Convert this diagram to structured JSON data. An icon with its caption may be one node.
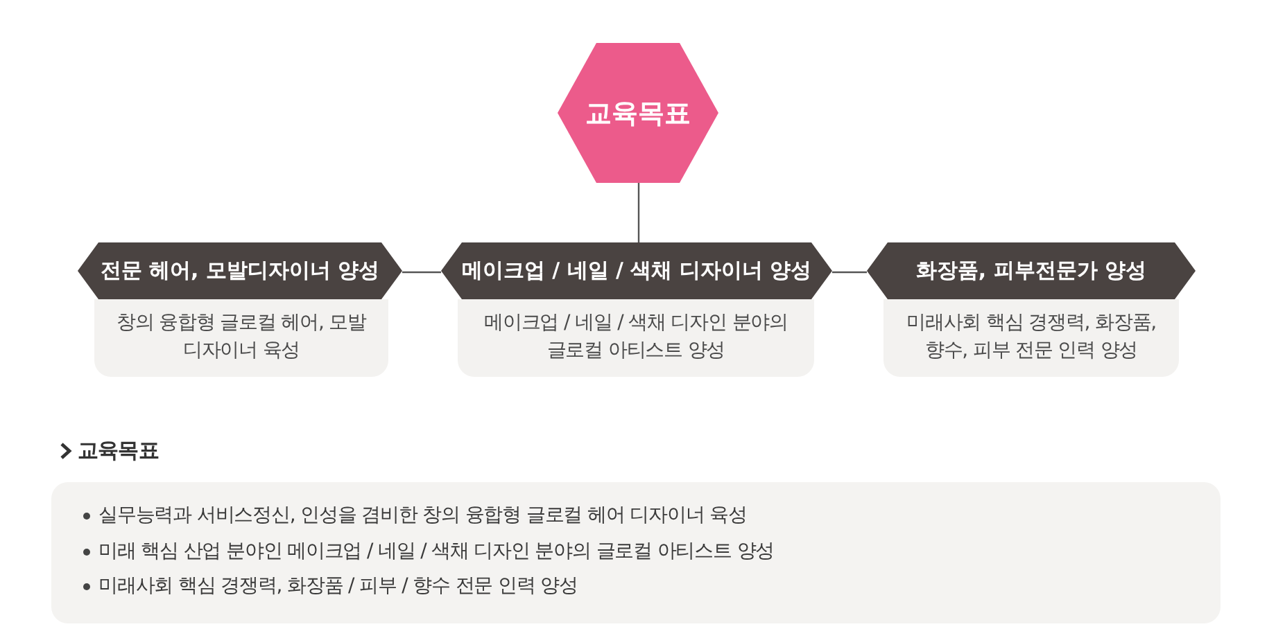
{
  "diagram": {
    "nodes": [
      {
        "text": [
          "교육목표"
        ]
      },
      {
        "text": [
          "전문 헤어, 모발디자이너 양성"
        ]
      },
      {
        "text": [
          "메이크업 / 네일 / 색채 디자이너 양성"
        ]
      },
      {
        "text": [
          "화장품, 피부전문가 양성"
        ]
      },
      {
        "text": [
          "창의 융합형 글로컬 헤어, 모발 디자이너 육성"
        ]
      },
      {
        "text": [
          "메이크업 / 네일 / 색채 디자인 분야의 글로컬 아티스트 양성"
        ]
      },
      {
        "text": [
          "미래사회 핵심 경쟁력, 화장품, 향수, 피부 전문 인력 양성"
        ]
      },
      {
        "text": [
          "실무능력과 서비스정신, 인성을 겸비한 창의 융합형 글로컬 헤어 디자이너 육성",
          "미래 핵심 산업 분야인 메이크업 / 네일 / 색채 디자인 분야의 글로컬 아티스트 양성",
          "미래사회 핵심 경쟁력, 화장품 / 피부 / 향수 전문 인력 양성"
        ]
      }
    ],
    "edges": [
      {
        "from": 0,
        "to": 2,
        "arrow": "none"
      },
      {
        "from": 1,
        "to": 2,
        "arrow": "none"
      },
      {
        "from": 2,
        "to": 3,
        "arrow": "none"
      }
    ],
    "labels": [
      "교육목표"
    ]
  }
}
